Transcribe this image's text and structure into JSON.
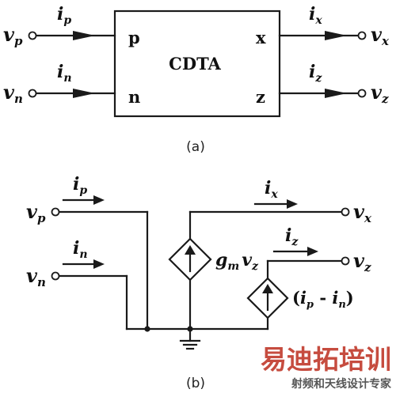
{
  "diagram_a": {
    "block": "CDTA",
    "ports": {
      "p": "p",
      "n": "n",
      "x": "x",
      "z": "z"
    },
    "voltages": {
      "vp": "v",
      "vp_sub": "p",
      "vn": "v",
      "vn_sub": "n",
      "vx": "v",
      "vx_sub": "x",
      "vz": "v",
      "vz_sub": "z"
    },
    "currents": {
      "ip": "i",
      "ip_sub": "p",
      "in": "i",
      "in_sub": "n",
      "ix": "i",
      "ix_sub": "x",
      "iz": "i",
      "iz_sub": "z"
    },
    "caption": "(a)"
  },
  "diagram_b": {
    "voltages": {
      "vp": "v",
      "vp_sub": "p",
      "vn": "v",
      "vn_sub": "n",
      "vx": "v",
      "vx_sub": "x",
      "vz": "v",
      "vz_sub": "z"
    },
    "currents": {
      "ip": "i",
      "ip_sub": "p",
      "in": "i",
      "in_sub": "n",
      "ix": "i",
      "ix_sub": "x",
      "iz": "i",
      "iz_sub": "z"
    },
    "source1": {
      "g": "g",
      "m": "m",
      "v": "v",
      "z": "z"
    },
    "source2": {
      "open": "(",
      "i1": "i",
      "p": "p",
      "minus": " - ",
      "i2": "i",
      "n": "n",
      "close": ")"
    },
    "caption": "(b)"
  },
  "watermark": {
    "chinese_title": "易迪拓培训",
    "chinese_subtitle": "射频和天线设计专家",
    "colors": {
      "title": "#c0392b",
      "subtitle": "#444444"
    }
  }
}
